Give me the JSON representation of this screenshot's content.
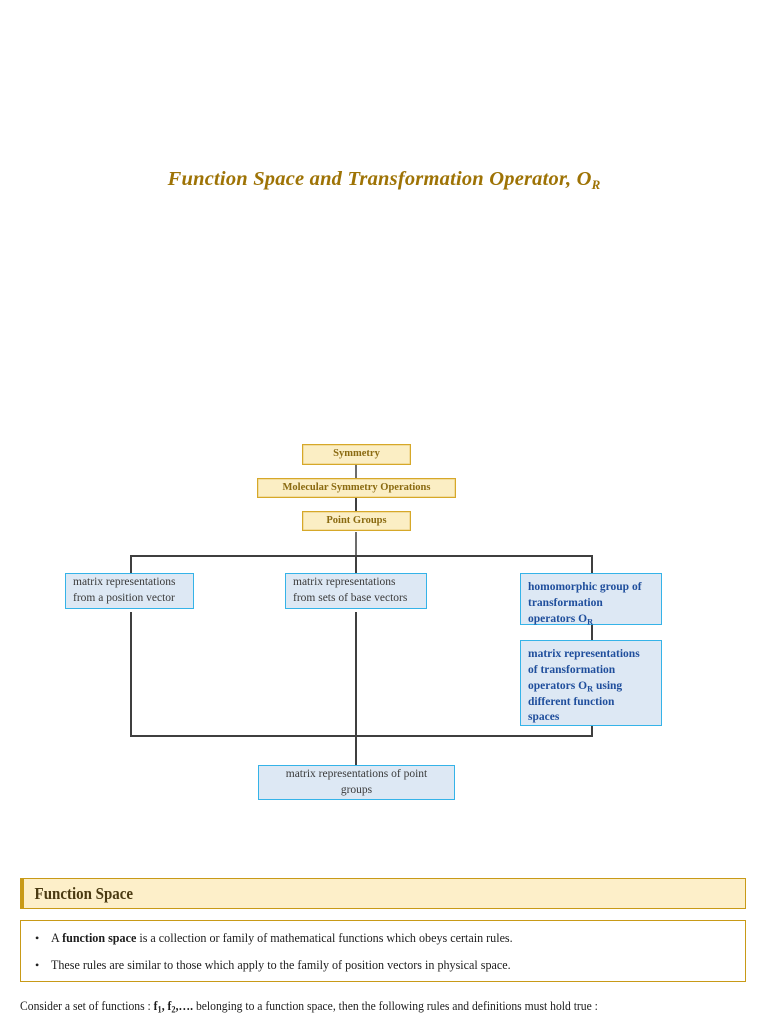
{
  "title": {
    "main": "Function Space and Transformation Operator, O",
    "subscript": "R"
  },
  "flowchart": {
    "nodes": {
      "symmetry": "Symmetry",
      "molecular_symmetry_operations": "Molecular Symmetry Operations",
      "point_groups": "Point Groups",
      "matrix_from_position_vector_line1": "matrix representations",
      "matrix_from_position_vector_line2": "from a position vector",
      "matrix_from_base_vectors_line1": "matrix representations",
      "matrix_from_base_vectors_line2": "from sets of base vectors",
      "homomorphic_group_line1": "homomorphic group of",
      "homomorphic_group_line2": "transformation",
      "homomorphic_group_line3_pre": "operators O",
      "homomorphic_group_line3_sub": "R",
      "matrix_of_transformation_line1": "matrix representations",
      "matrix_of_transformation_line2": "of transformation",
      "matrix_of_transformation_line3_pre": "operators O",
      "matrix_of_transformation_line3_sub": "R",
      "matrix_of_transformation_line3_post": " using",
      "matrix_of_transformation_line4": "different function",
      "matrix_of_transformation_line5": "spaces",
      "matrix_of_point_groups_line1": "matrix representations of point",
      "matrix_of_point_groups_line2": "groups"
    },
    "colors": {
      "gold_fill": "#fbeec4",
      "gold_border": "#d6a829",
      "gold_text": "#8a6a11",
      "blue_fill": "#dde8f4",
      "blue_border": "#35b3e8",
      "blue_text": "#1f4e9c",
      "gray_text": "#3a3a3a",
      "connector": "#3f3f3f"
    }
  },
  "function_space_panel": {
    "header": "Function Space",
    "bullets": [
      {
        "marker": "•",
        "lead_plain": "A ",
        "lead_bold": "function space",
        "rest": " is a collection or family of mathematical functions which obeys certain rules."
      },
      {
        "marker": "•",
        "lead_plain": "",
        "lead_bold": "",
        "rest": "These rules are similar to those which apply to the family of position vectors in physical space."
      }
    ],
    "colors": {
      "header_fill": "#fdefc9",
      "header_border": "#c89a17",
      "header_text": "#4a3a12",
      "body_fill": "#ffffff"
    }
  },
  "closing": {
    "part1": "Consider a set of functions : ",
    "f1": "f",
    "f1_sub": "1",
    "sep1": ", ",
    "f2": "f",
    "f2_sub": "2",
    "sep2": ",….",
    "part2": " belonging to a function space, then the following rules and definitions must hold true :"
  }
}
